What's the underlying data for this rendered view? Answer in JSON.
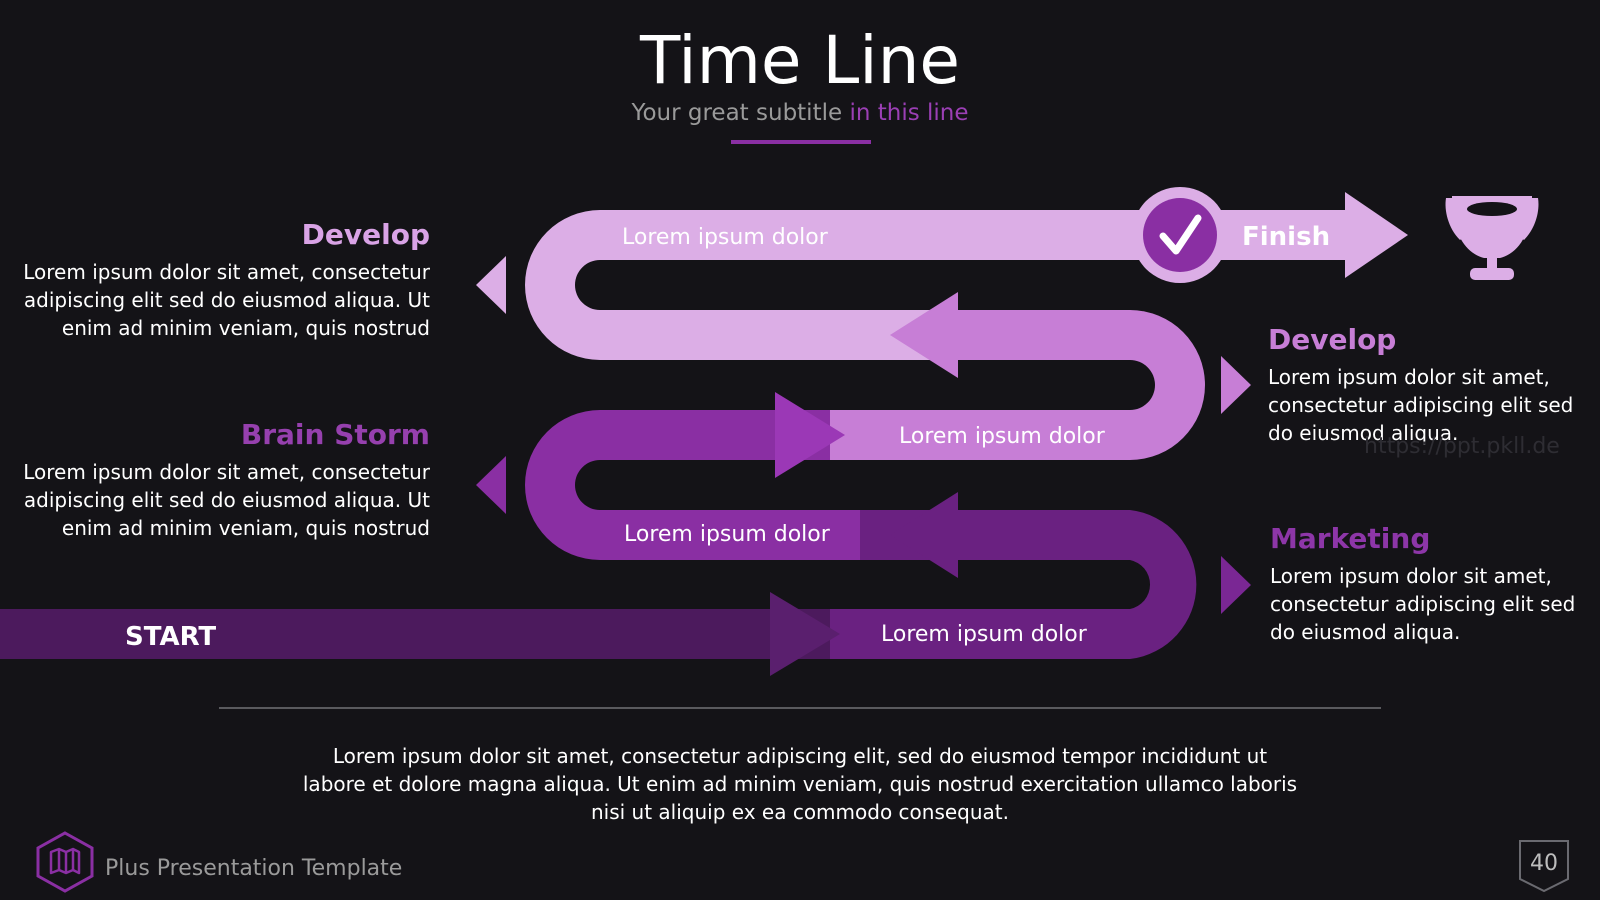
{
  "header": {
    "title": "Time Line",
    "subtitle_main": "Your great subtitle",
    "subtitle_accent": "in this line"
  },
  "timeline": {
    "start_label": "START",
    "finish_label": "Finish",
    "segments": [
      {
        "label": "Lorem ipsum dolor"
      },
      {
        "label": "Lorem ipsum dolor"
      },
      {
        "label": "Lorem ipsum dolor"
      },
      {
        "label": "Lorem ipsum dolor"
      }
    ]
  },
  "left_items": [
    {
      "title": "Develop",
      "lines": [
        "Lorem ipsum dolor sit amet, consectetur",
        "adipiscing elit sed do eiusmod aliqua. Ut",
        "enim ad minim veniam, quis nostrud"
      ]
    },
    {
      "title": "Brain Storm",
      "lines": [
        "Lorem ipsum dolor sit amet, consectetur",
        "adipiscing elit sed do eiusmod aliqua. Ut",
        "enim ad minim veniam, quis nostrud"
      ]
    }
  ],
  "right_items": [
    {
      "title": "Develop",
      "lines": [
        "Lorem ipsum dolor sit amet,",
        "consectetur adipiscing elit sed",
        "do eiusmod aliqua."
      ]
    },
    {
      "title": "Marketing",
      "lines": [
        "Lorem ipsum dolor sit amet,",
        "consectetur adipiscing elit sed",
        "do eiusmod aliqua."
      ]
    }
  ],
  "bottom": {
    "lines": [
      "Lorem ipsum dolor sit amet, consectetur adipiscing elit, sed do eiusmod tempor incididunt ut",
      "labore et dolore magna aliqua. Ut enim ad minim veniam, quis nostrud exercitation ullamco laboris",
      "nisi ut aliquip ex ea commodo consequat."
    ]
  },
  "footer": {
    "label": "Plus Presentation Template",
    "page_number": "40"
  },
  "watermark": "https://ppt.pkll.de",
  "icons": {
    "logo": "map-hexagon-icon",
    "finish": "checkmark-icon",
    "trophy": "trophy-icon"
  },
  "colors": {
    "background": "#141317",
    "band_light": "#dcaee6",
    "band_mid": "#c77ed6",
    "band_purple": "#8a2fa3",
    "band_deep": "#6a2181",
    "band_darkest": "#4c1a5d",
    "title_light": "#d9a3e6",
    "title_mid": "#b360c9",
    "title_purple": "#8d36a8"
  }
}
